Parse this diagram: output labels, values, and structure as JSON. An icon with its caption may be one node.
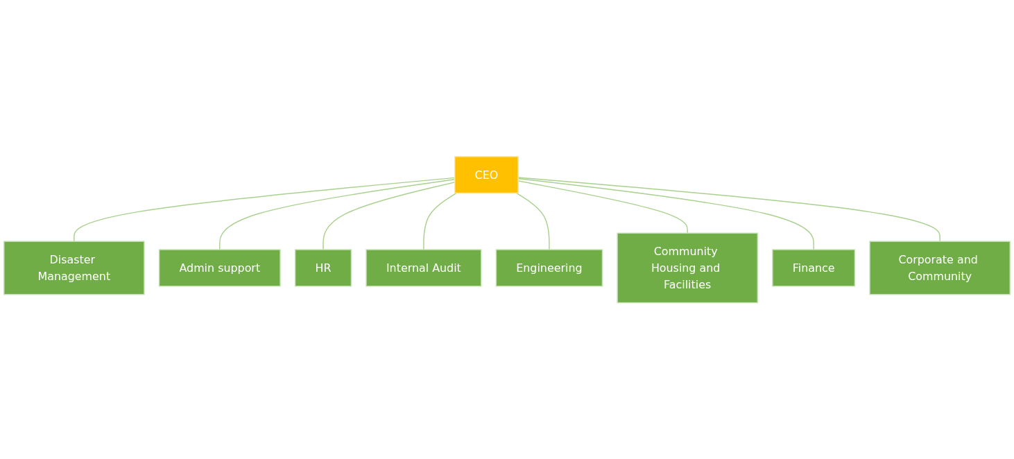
{
  "diagram": {
    "nodes": [
      {
        "text": [
          "CEO"
        ]
      },
      {
        "text": [
          "Disaster Management"
        ]
      },
      {
        "text": [
          "Admin support"
        ]
      },
      {
        "text": [
          "HR"
        ]
      },
      {
        "text": [
          "Internal Audit"
        ]
      },
      {
        "text": [
          "Engineering"
        ]
      },
      {
        "text": [
          "Community Housing and Facilities"
        ]
      },
      {
        "text": [
          "Finance"
        ]
      },
      {
        "text": [
          "Corporate and Community"
        ]
      }
    ],
    "edges": [
      {
        "from": 0,
        "to": 1,
        "arrow": "none"
      },
      {
        "from": 0,
        "to": 2,
        "arrow": "none"
      },
      {
        "from": 0,
        "to": 3,
        "arrow": "none"
      },
      {
        "from": 0,
        "to": 4,
        "arrow": "none"
      },
      {
        "from": 0,
        "to": 5,
        "arrow": "none"
      },
      {
        "from": 0,
        "to": 6,
        "arrow": "none"
      },
      {
        "from": 0,
        "to": 7,
        "arrow": "none"
      },
      {
        "from": 0,
        "to": 8,
        "arrow": "none"
      }
    ]
  }
}
